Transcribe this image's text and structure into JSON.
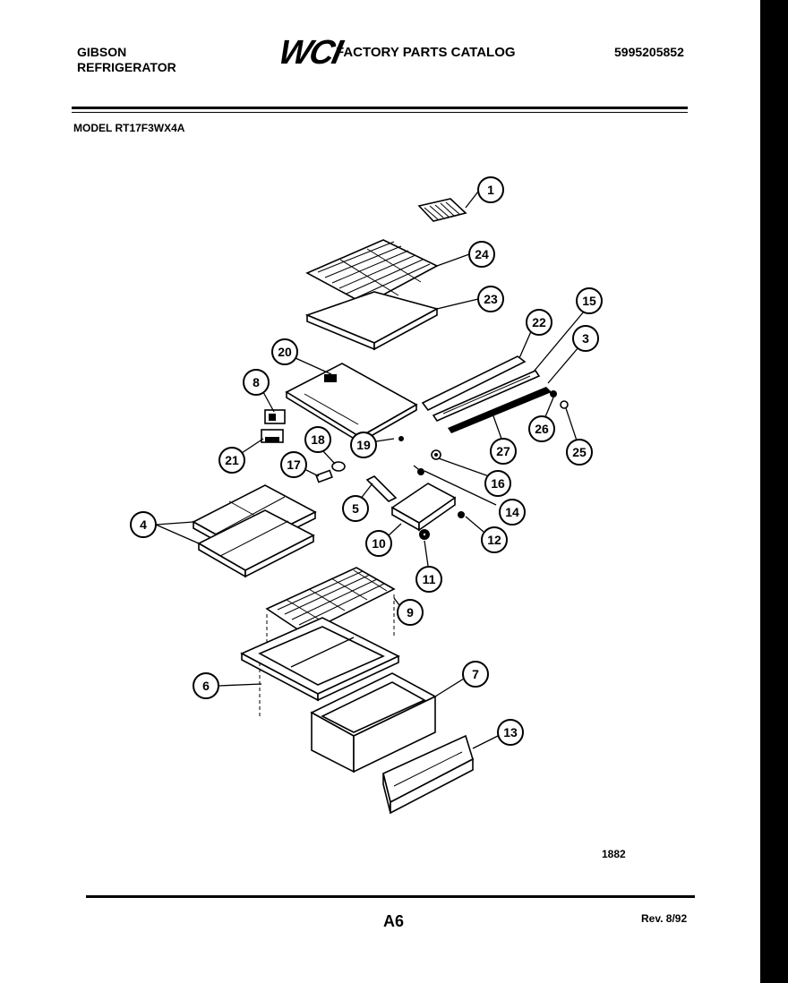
{
  "header": {
    "brand_line1": "GIBSON",
    "brand_line2": "REFRIGERATOR",
    "logo_text": "WCI",
    "catalog_title": "FACTORY PARTS CATALOG",
    "catalog_number": "5995205852",
    "model_label": "MODEL RT17F3WX4A"
  },
  "footer": {
    "drawing_code": "1882",
    "page_label": "A6",
    "revision": "Rev. 8/92"
  },
  "callouts": [
    "1",
    "24",
    "23",
    "22",
    "15",
    "3",
    "20",
    "8",
    "26",
    "25",
    "27",
    "21",
    "19",
    "18",
    "17",
    "16",
    "5",
    "14",
    "4",
    "10",
    "12",
    "11",
    "9",
    "7",
    "6",
    "13"
  ]
}
